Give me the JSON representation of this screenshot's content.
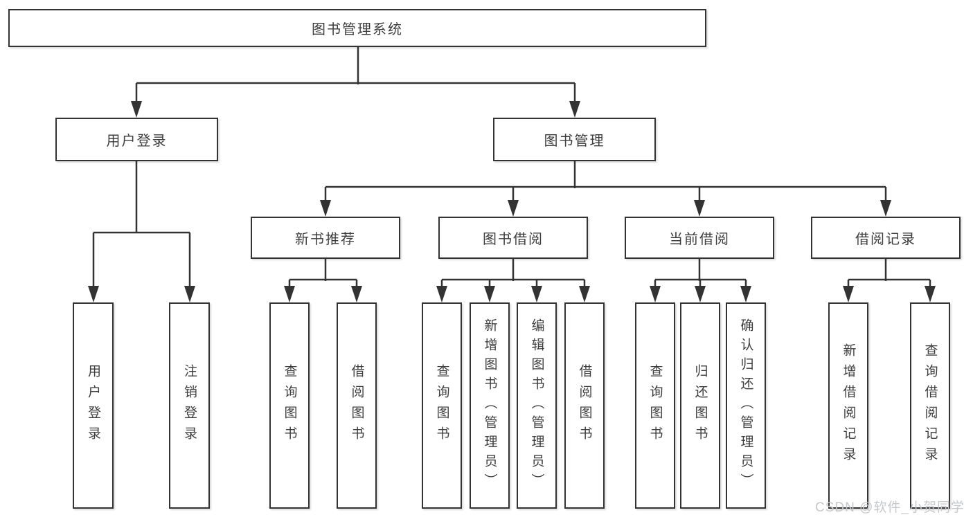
{
  "diagram": {
    "root": {
      "label": "图书管理系统"
    },
    "branches": [
      {
        "label": "用户登录",
        "children": [
          {
            "label": "用户登录"
          },
          {
            "label": "注销登录"
          }
        ]
      },
      {
        "label": "图书管理",
        "children": [
          {
            "label": "新书推荐",
            "children": [
              {
                "label": "查询图书"
              },
              {
                "label": "借阅图书"
              }
            ]
          },
          {
            "label": "图书借阅",
            "children": [
              {
                "label": "查询图书"
              },
              {
                "label": "新增图书（管理员）"
              },
              {
                "label": "编辑图书（管理员）"
              },
              {
                "label": "借阅图书"
              }
            ]
          },
          {
            "label": "当前借阅",
            "children": [
              {
                "label": "查询图书"
              },
              {
                "label": "归还图书"
              },
              {
                "label": "确认归还（管理员）"
              }
            ]
          },
          {
            "label": "借阅记录",
            "children": [
              {
                "label": "新增借阅记录"
              },
              {
                "label": "查询借阅记录"
              }
            ]
          }
        ]
      }
    ]
  },
  "watermark": {
    "text": "CSDN @软件_小贺同学"
  },
  "colors": {
    "line": "#333333",
    "text": "#3d3d3d",
    "background": "#ffffff",
    "watermark": "#c6c9cc"
  }
}
